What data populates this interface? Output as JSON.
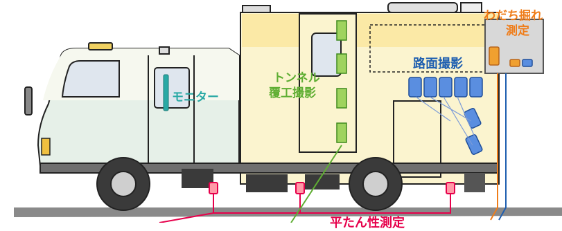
{
  "labels": {
    "monitor": "モニター",
    "tunnel_line1": "トンネル",
    "tunnel_line2": "覆工撮影",
    "road_surface": "路面撮影",
    "rut_line1": "わだち掘れ",
    "rut_line2": "測定",
    "flatness": "平たん性測定"
  },
  "colors": {
    "monitor": "#29a9a5",
    "tunnel": "#5fae33",
    "road_surface": "#1f5fb0",
    "rut": "#ef7d1a",
    "flatness": "#e6004b",
    "box_fill": "#fbf4cf",
    "cab_fill": "#e6f0e8"
  },
  "icons": {
    "camera": "camera-icon",
    "sensor": "sensor-icon",
    "laser": "laser-icon"
  }
}
